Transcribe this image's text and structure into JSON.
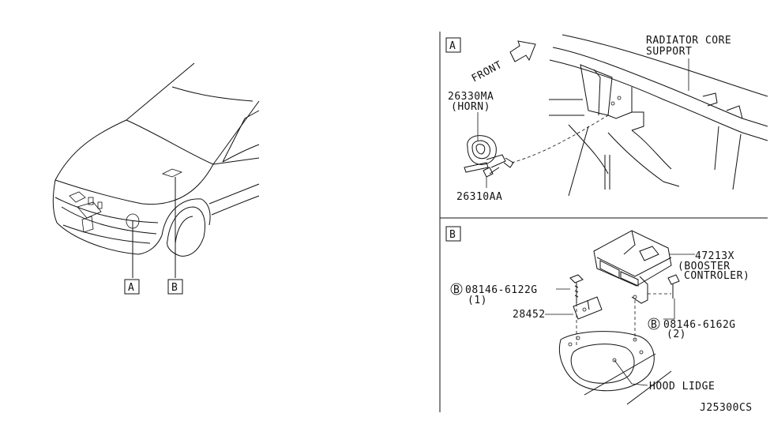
{
  "overview": {
    "callout_a": "A",
    "callout_b": "B"
  },
  "panel_a": {
    "tag": "A",
    "front_label": "FRONT",
    "radiator_label_line1": "RADIATOR CORE",
    "radiator_label_line2": "SUPPORT",
    "horn_part_no": "26330MA",
    "horn_name": "(HORN)",
    "bolt_part_no": "26310AA"
  },
  "panel_b": {
    "tag": "B",
    "booster_part_no": "47213X",
    "booster_name_line1": "(BOOSTER",
    "booster_name_line2": "CONTROLER)",
    "bolt1_marker": "B",
    "bolt1_part_no": "08146-6122G",
    "bolt1_qty": "(1)",
    "bracket_part_no": "28452",
    "bolt2_marker": "B",
    "bolt2_part_no": "08146-6162G",
    "bolt2_qty": "(2)",
    "hood_ledge_label": "HOOD LIDGE"
  },
  "diagram_code": "J25300CS"
}
